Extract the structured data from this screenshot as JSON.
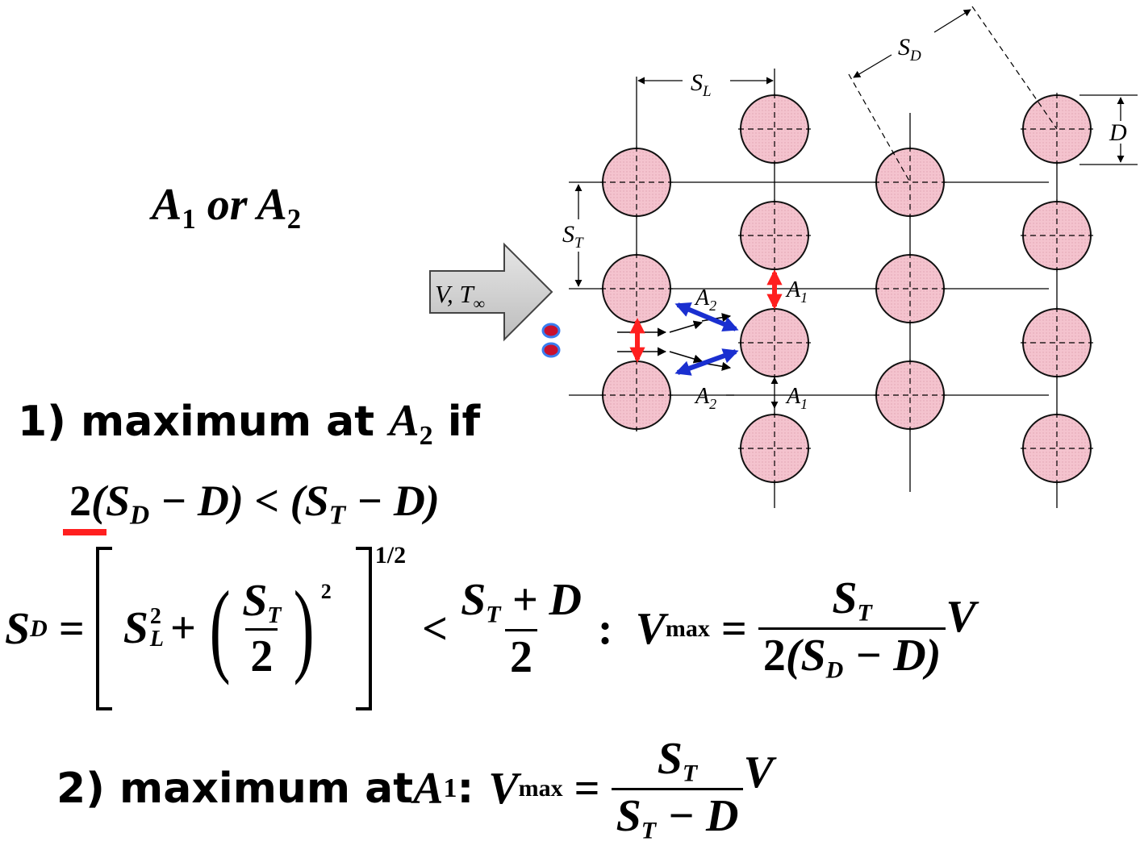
{
  "heading": {
    "a1": "A",
    "a1_sub": "1",
    "or": "or",
    "a2": "A",
    "a2_sub": "2"
  },
  "diagram": {
    "sl_label": "S",
    "sl_sub": "L",
    "sd_label": "S",
    "sd_sub": "D",
    "st_label": "S",
    "st_sub": "T",
    "d_label": "D",
    "flow_label": "V, T",
    "flow_sub": "∞",
    "a1_label": "A",
    "a1_sub": "1",
    "a2_label": "A",
    "a2_sub": "2",
    "colors": {
      "tube_fill": "#f4c3ce",
      "red_arrow": "#ff1f1f",
      "blue_arrow": "#1a2fd0",
      "bullet_ring": "#3a7df0",
      "bullet_fill": "#c8102e"
    }
  },
  "case1": {
    "label_start": "1) maximum at ",
    "label_var": "A",
    "label_sub": "2",
    "label_end": " if",
    "condition": {
      "coef": "2",
      "lhs": "(S",
      "lhs_sub": "D",
      "lhs_end": " − D) < (S",
      "rhs_sub": "T",
      "rhs_end": " − D)"
    }
  },
  "formula_sd": {
    "lhs": "S",
    "lhs_sub": "D",
    "eq": "=",
    "sl": "S",
    "sl_sup": "2",
    "sl_sub": "L",
    "plus": "+",
    "frac_num": "S",
    "frac_num_sub": "T",
    "frac_den": "2",
    "paren_exp": "2",
    "outer_exp": "1/2",
    "lt": "<",
    "rhs_num_a": "S",
    "rhs_num_sub": "T",
    "rhs_num_b": " + D",
    "rhs_den": "2",
    "colon": ":",
    "vmax": "V",
    "vmax_sub": "max",
    "eq2": "=",
    "res_num": "S",
    "res_num_sub": "T",
    "res_den_a": "2",
    "res_den_b": "(S",
    "res_den_sub": "D",
    "res_den_c": " − D)",
    "tail": "V"
  },
  "case2": {
    "label": "2) maximum at ",
    "var": "A",
    "var_sub": "1",
    "colon": ":",
    "vmax": "V",
    "vmax_sub": "max",
    "eq": "=",
    "num": "S",
    "num_sub": "T",
    "den_a": "S",
    "den_sub": "T",
    "den_b": " − D",
    "tail": "V"
  }
}
